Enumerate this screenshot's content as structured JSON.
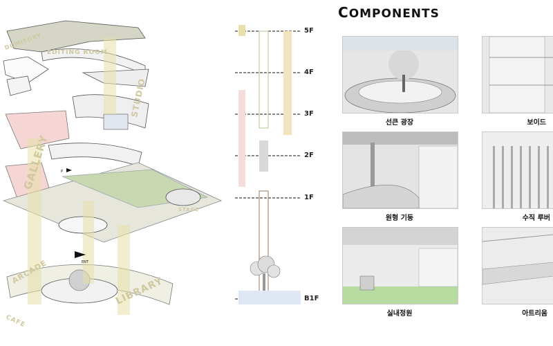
{
  "title": {
    "first": "C",
    "rest": "OMPONENTS"
  },
  "section": {
    "floors": [
      "5F",
      "4F",
      "3F",
      "2F",
      "1F",
      "B1F"
    ]
  },
  "axo_labels": {
    "dormitory": "DOMITORY",
    "editing": "EDITING ROOM",
    "studio": "STUDIO",
    "gallery": "GALLERY",
    "stage": "STAGE",
    "arcade": "ARCADE",
    "cafe": "CAFE",
    "library": "LIBRARY",
    "ent": "ENT",
    "p": "P"
  },
  "components": [
    {
      "caption": "선큰 광장"
    },
    {
      "caption": "보이드"
    },
    {
      "caption": "원형 기둥"
    },
    {
      "caption": "수직 루버"
    },
    {
      "caption": "실내정원"
    },
    {
      "caption": "아트리움"
    }
  ],
  "colors": {
    "yellow": "#e8e0a8",
    "pink": "#f6d6d4",
    "blue": "#d9e4ef",
    "grey": "#d8d8d8",
    "green": "#c9d8b0"
  }
}
